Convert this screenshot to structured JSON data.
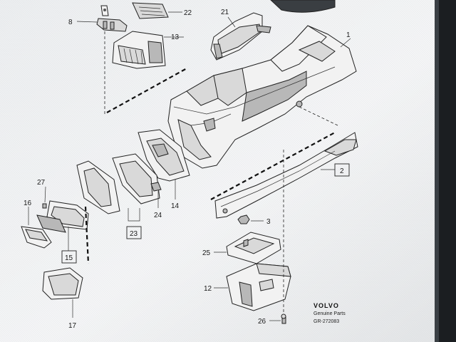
{
  "diagram": {
    "callouts": [
      "1",
      "2",
      "3",
      "8",
      "12",
      "13",
      "14",
      "15",
      "16",
      "17",
      "21",
      "22",
      "23",
      "24",
      "25",
      "26",
      "27"
    ],
    "boxed_callouts": [
      "2",
      "15",
      "23"
    ],
    "brand": "VOLVO",
    "brand_sub": "Genuine Parts",
    "drawing_code": "GR-272083"
  }
}
